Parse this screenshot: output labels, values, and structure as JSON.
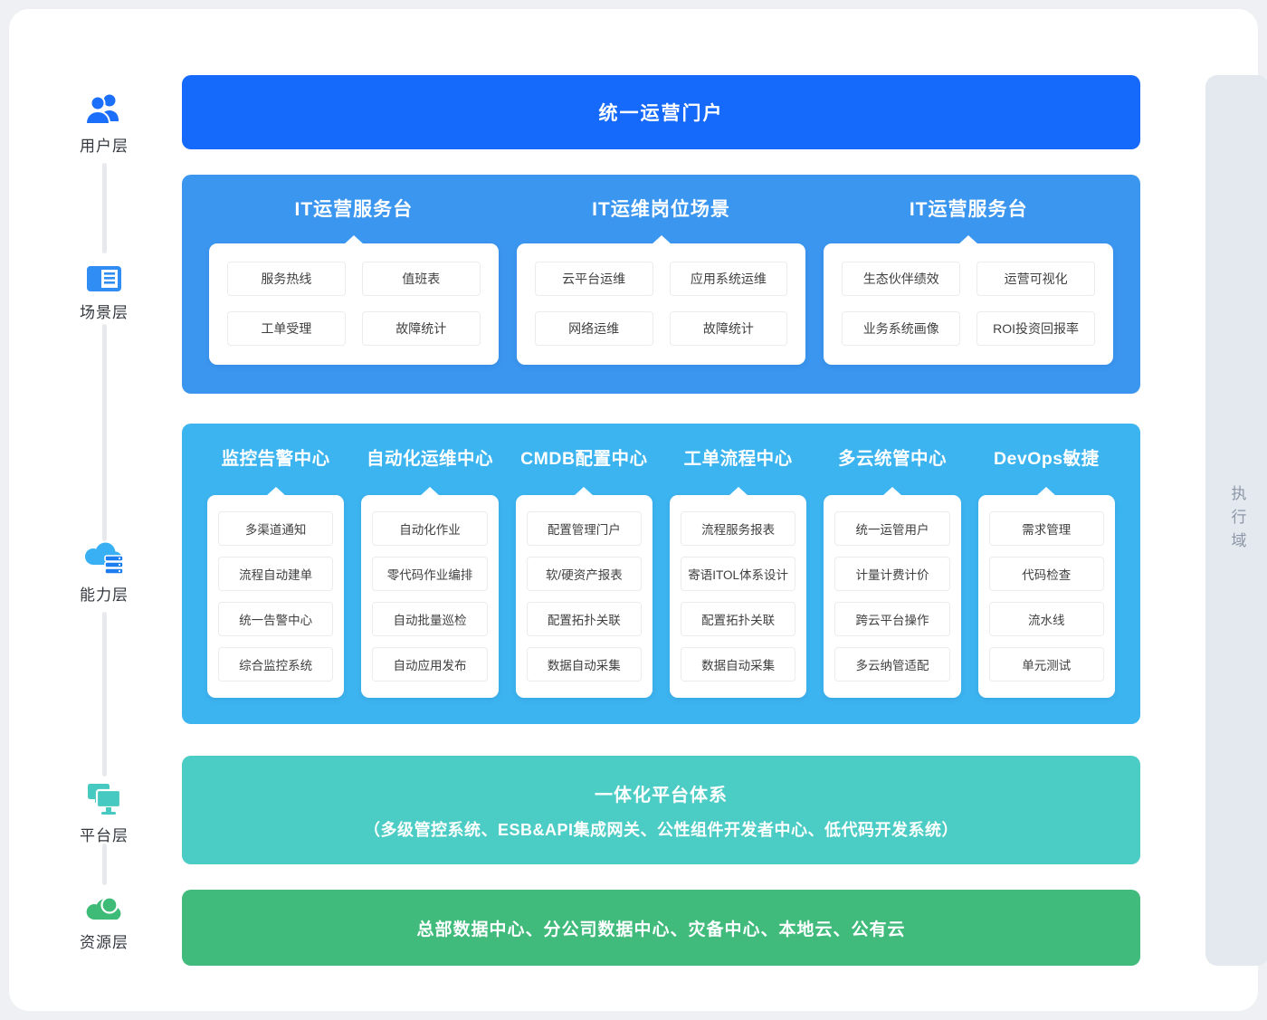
{
  "sidebar": {
    "layers": [
      {
        "label": "用户层",
        "icon": "users-icon"
      },
      {
        "label": "场景层",
        "icon": "scene-card-icon"
      },
      {
        "label": "能力层",
        "icon": "cloud-server-icon"
      },
      {
        "label": "平台层",
        "icon": "platform-screens-icon"
      },
      {
        "label": "资源层",
        "icon": "resource-cloud-icon"
      }
    ]
  },
  "portal_banner": {
    "label": "统一运营门户"
  },
  "scene_section": {
    "groups": [
      {
        "title": "IT运营服务台",
        "items": [
          "服务热线",
          "值班表",
          "工单受理",
          "故障统计"
        ]
      },
      {
        "title": "IT运维岗位场景",
        "items": [
          "云平台运维",
          "应用系统运维",
          "网络运维",
          "故障统计"
        ]
      },
      {
        "title": "IT运营服务台",
        "items": [
          "生态伙伴绩效",
          "运营可视化",
          "业务系统画像",
          "ROI投资回报率"
        ]
      }
    ]
  },
  "capability_section": {
    "columns": [
      {
        "title": "监控告警中心",
        "items": [
          "多渠道通知",
          "流程自动建单",
          "统一告警中心",
          "综合监控系统"
        ]
      },
      {
        "title": "自动化运维中心",
        "items": [
          "自动化作业",
          "零代码作业编排",
          "自动批量巡检",
          "自动应用发布"
        ]
      },
      {
        "title": "CMDB配置中心",
        "items": [
          "配置管理门户",
          "软/硬资产报表",
          "配置拓扑关联",
          "数据自动采集"
        ]
      },
      {
        "title": "工单流程中心",
        "items": [
          "流程服务报表",
          "寄语ITOL体系设计",
          "配置拓扑关联",
          "数据自动采集"
        ]
      },
      {
        "title": "多云统管中心",
        "items": [
          "统一运管用户",
          "计量计费计价",
          "跨云平台操作",
          "多云纳管适配"
        ]
      },
      {
        "title": "DevOps敏捷",
        "items": [
          "需求管理",
          "代码检查",
          "流水线",
          "单元测试"
        ]
      }
    ]
  },
  "platform_section": {
    "title": "一体化平台体系",
    "subtitle": "（多级管控系统、ESB&API集成网关、公性组件开发者中心、低代码开发系统）"
  },
  "resource_section": {
    "label": "总部数据中心、分公司数据中心、灾备中心、本地云、公有云"
  },
  "execution_domain": {
    "label": "执行域"
  },
  "colors": {
    "banner_blue": "#1569fb",
    "scene_blue": "#3b96f0",
    "capability_blue": "#3cb4f0",
    "platform_teal": "#4bccc4",
    "resource_green": "#40bb7c",
    "exec_bar_gray": "#e4e9ef"
  }
}
